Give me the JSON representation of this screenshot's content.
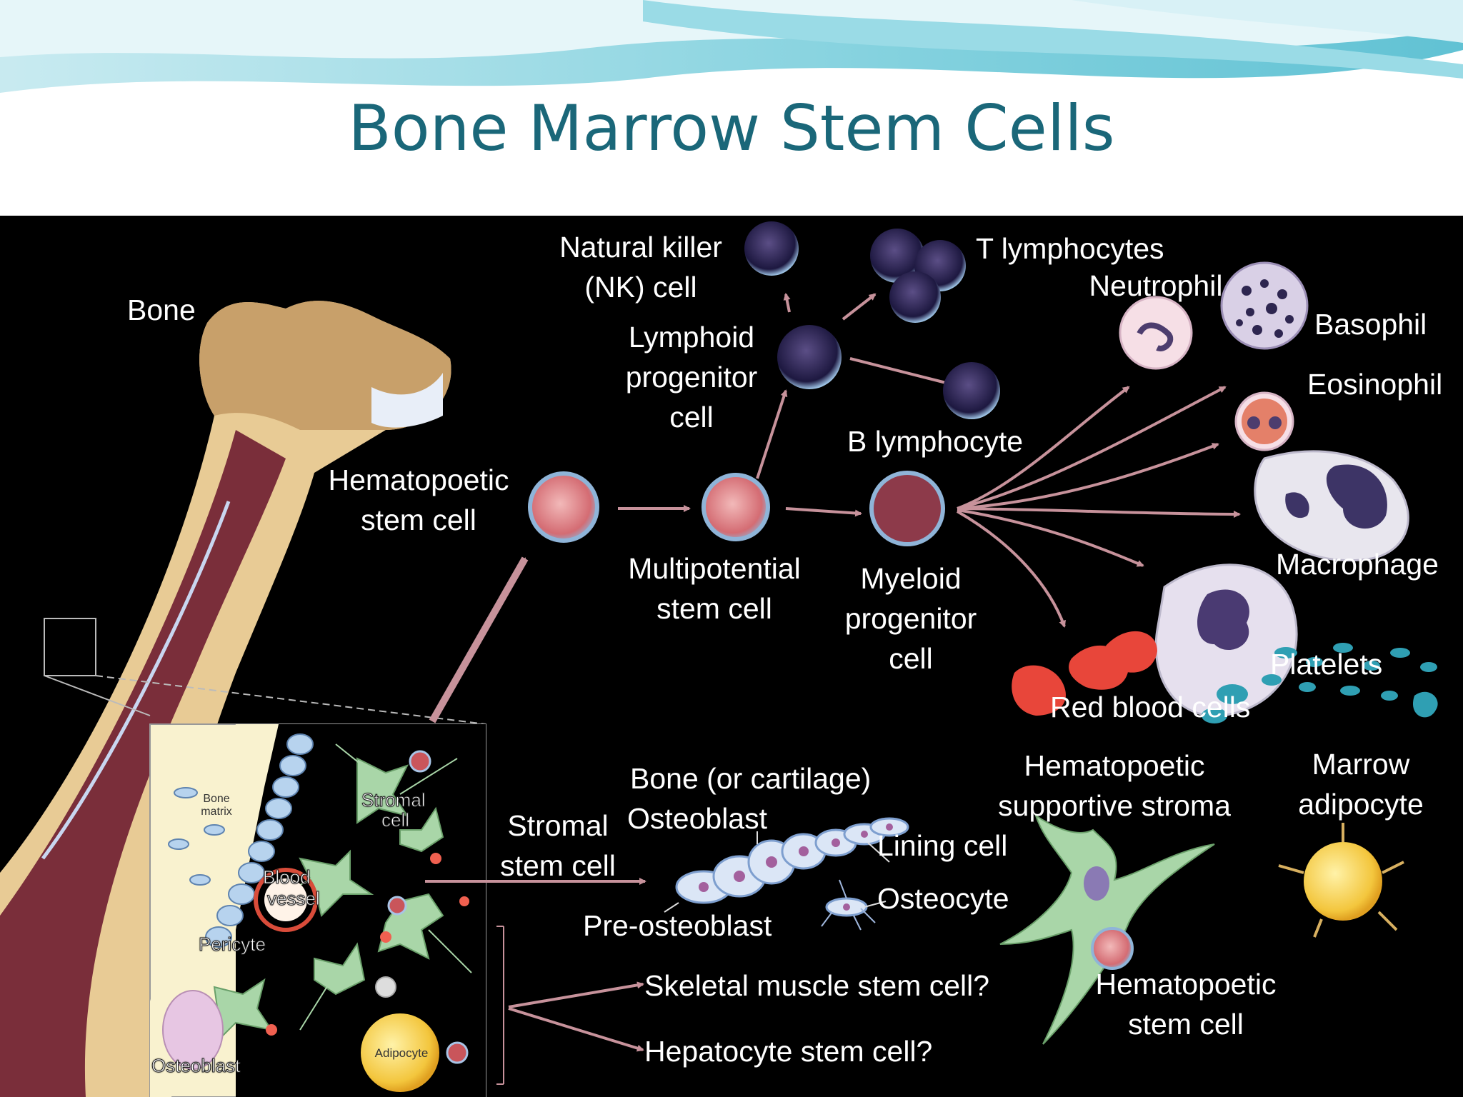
{
  "slide": {
    "title": "Bone Marrow Stem Cells"
  },
  "labels": {
    "bone": "Bone",
    "nk_cell": [
      "Natural killer",
      "(NK) cell"
    ],
    "t_lymphocytes": "T lymphocytes",
    "neutrophil": "Neutrophil",
    "basophil": "Basophil",
    "eosinophil": "Eosinophil",
    "lymphoid_progenitor": [
      "Lymphoid",
      "progenitor",
      "cell"
    ],
    "b_lymphocyte": "B lymphocyte",
    "hsc": [
      "Hematopoetic",
      "stem cell"
    ],
    "multipotential": [
      "Multipotential",
      "stem cell"
    ],
    "myeloid_progenitor": [
      "Myeloid",
      "progenitor",
      "cell"
    ],
    "macrophage": "Macrophage",
    "platelets": "Platelets",
    "rbc": "Red blood cells",
    "bone_cartilage": "Bone (or cartilage)",
    "osteoblast": "Osteoblast",
    "stromal_stem_cell": [
      "Stromal",
      "stem cell"
    ],
    "lining_cell": "Lining cell",
    "osteocyte": "Osteocyte",
    "pre_osteoblast": "Pre-osteoblast",
    "supportive_stroma": [
      "Hematopoetic",
      "supportive stroma"
    ],
    "marrow_adipocyte": [
      "Marrow",
      "adipocyte"
    ],
    "hsc_bottom": [
      "Hematopoetic",
      "stem cell"
    ],
    "skeletal_muscle": "Skeletal muscle stem cell?",
    "hepatocyte": "Hepatocyte stem cell?"
  },
  "inset": {
    "bone_matrix": [
      "Bone",
      "matrix"
    ],
    "stromal_cell": [
      "Stromal",
      "cell"
    ],
    "blood_vessel": [
      "Blood",
      "vessel"
    ],
    "pericyte": "Pericyte",
    "osteoblast": "Osteoblast",
    "adipocyte": "Adipocyte"
  },
  "colors": {
    "title": "#1a6779",
    "arrow": "#c7929b",
    "header_wave": "#5cc3d6",
    "bone_marrow": "#7a2e3a",
    "stroma": "#a9d6a8",
    "platelet": "#2f9fb3"
  }
}
